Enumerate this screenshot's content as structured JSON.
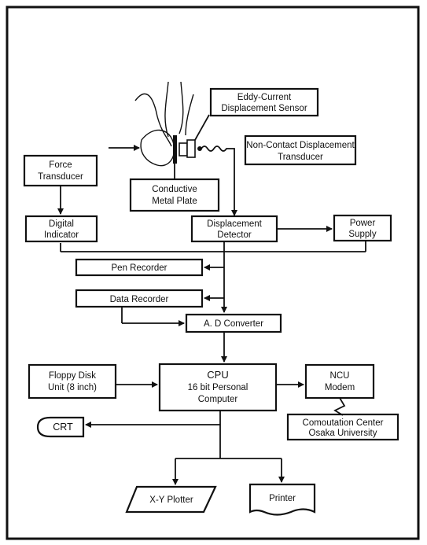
{
  "labels": {
    "eddy_sensor": [
      "Eddy-Current",
      "Displacement Sensor"
    ],
    "non_contact": [
      "Non-Contact Displacement",
      "Transducer"
    ],
    "force_transducer": [
      "Force",
      "Transducer"
    ],
    "conductive_plate": [
      "Conductive",
      "Metal Plate"
    ],
    "digital_indicator": [
      "Digital",
      "Indicator"
    ],
    "displacement_detector": [
      "Displacement",
      "Detector"
    ],
    "power_supply": [
      "Power",
      "Supply"
    ],
    "pen_recorder": [
      "Pen Recorder"
    ],
    "data_recorder": [
      "Data Recorder"
    ],
    "ad_converter": [
      "A. D Converter"
    ],
    "floppy_disk": [
      "Floppy Disk",
      "Unit (8 inch)"
    ],
    "cpu": [
      "CPU",
      "16 bit Personal",
      "Computer"
    ],
    "ncu_modem": [
      "NCU",
      "Modem"
    ],
    "computation_center": [
      "Comoutation Center",
      "Osaka University"
    ],
    "crt": [
      "CRT"
    ],
    "xy_plotter": [
      "X-Y Plotter"
    ],
    "printer": [
      "Printer"
    ]
  }
}
